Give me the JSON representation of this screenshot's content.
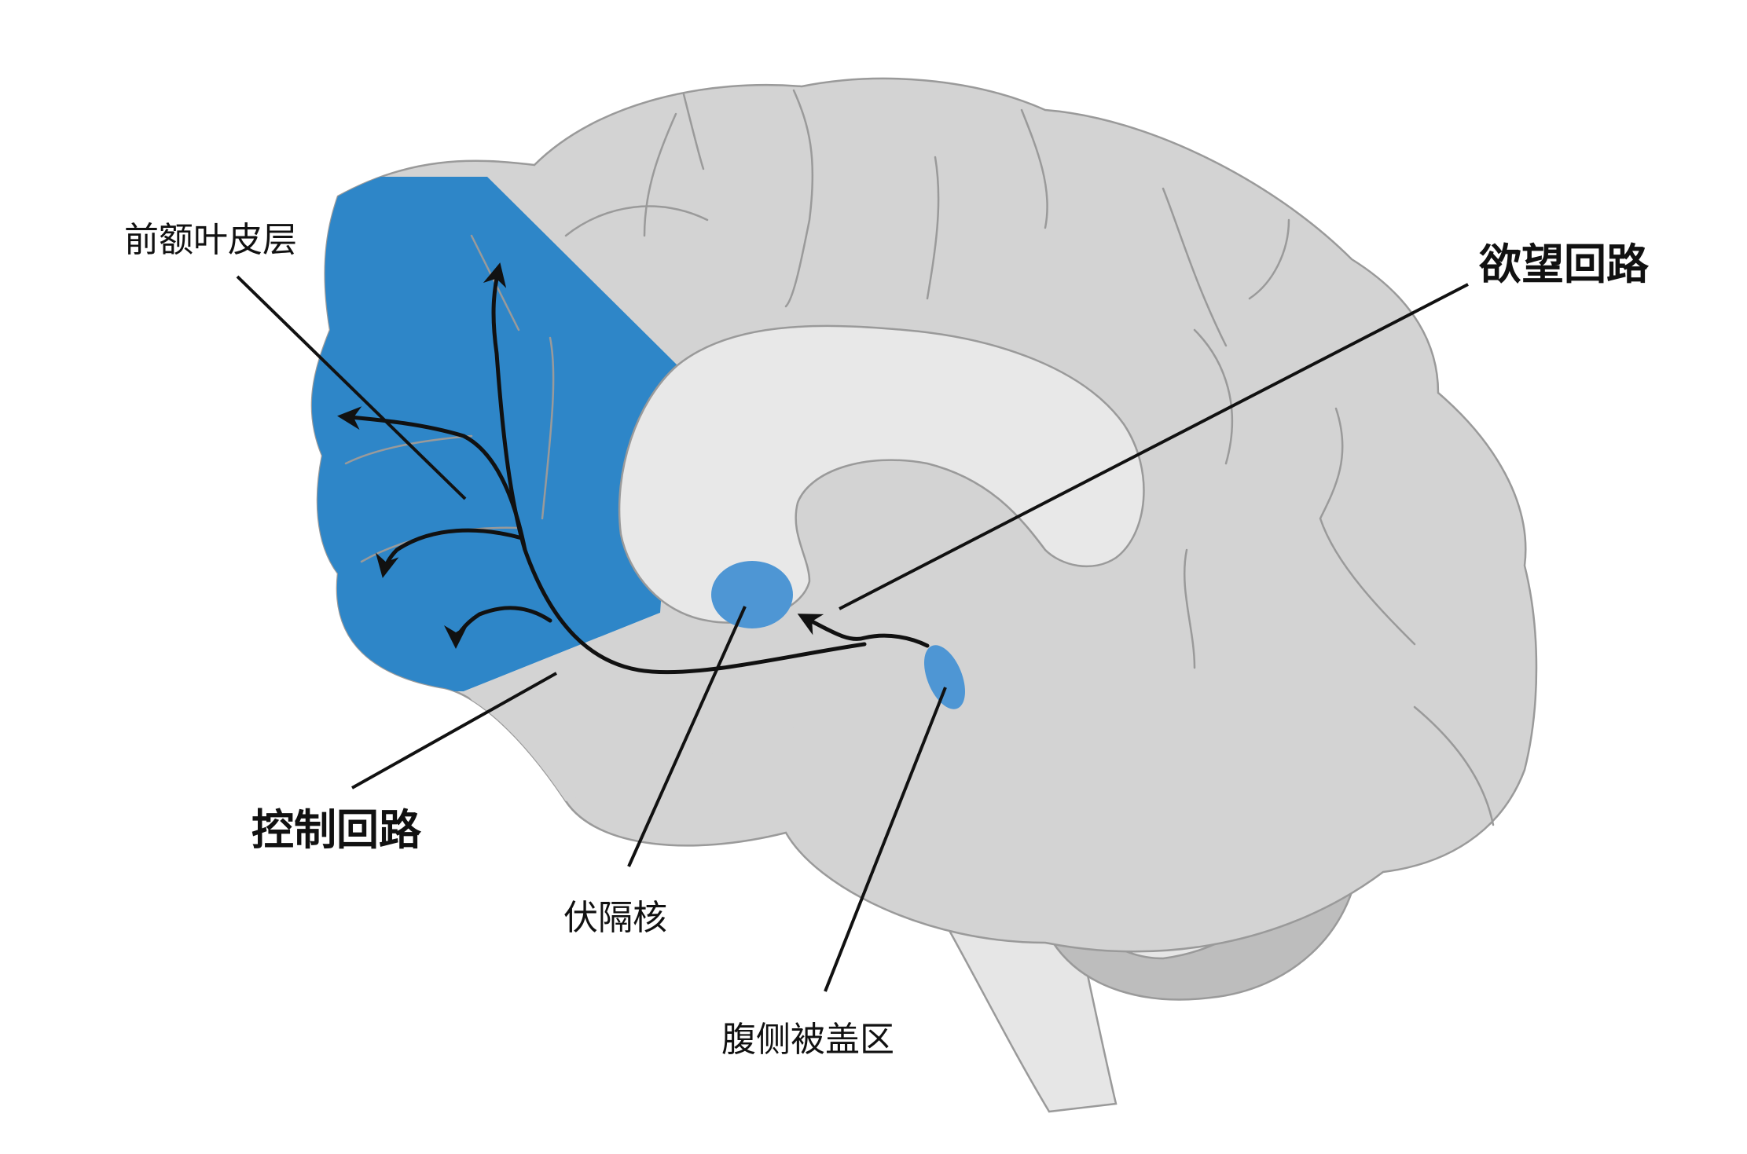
{
  "labels": {
    "prefrontal_cortex": "前额叶皮层",
    "desire_circuit": "欲望回路",
    "control_circuit": "控制回路",
    "nucleus_accumbens": "伏隔核",
    "ventral_tegmental_area": "腹侧被盖区"
  },
  "colors": {
    "cortex_gray": "#d3d3d3",
    "inner_light": "#e8e8e8",
    "cerebellum_gray": "#bcbcbc",
    "outline": "#9a9a9a",
    "prefrontal_blue": "#2e86c8",
    "nucleus_blue": "#4e96d4",
    "arrow": "#111111"
  }
}
